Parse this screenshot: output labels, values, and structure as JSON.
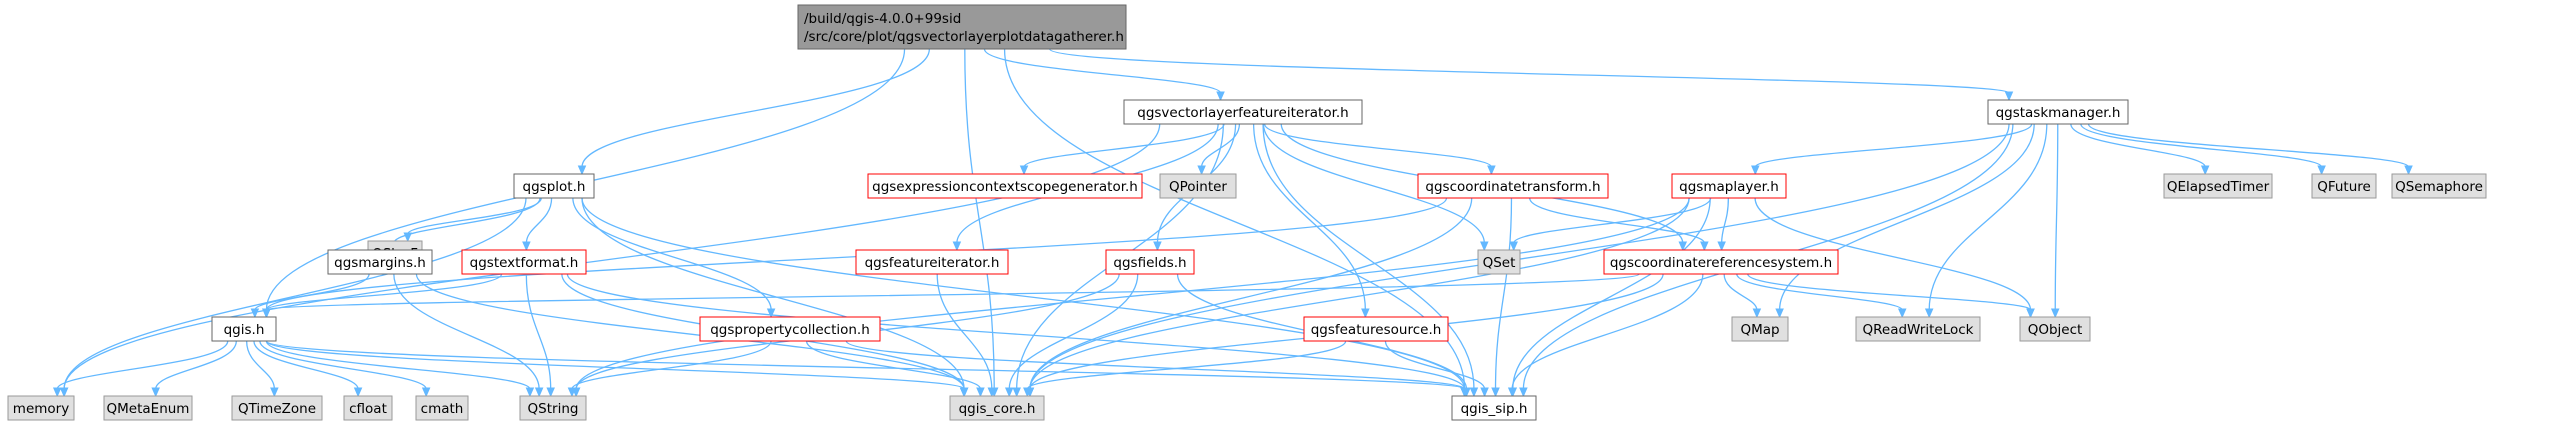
{
  "diagram": {
    "type": "include-dependency-graph",
    "colors": {
      "edge": "#63b8ff",
      "root_fill": "#999999",
      "gray_fill": "#e0e0e0",
      "red_border": "#ff0000",
      "border": "#666666"
    },
    "nodes": [
      {
        "id": "root",
        "lines": [
          "/build/qgis-4.0.0+99sid",
          "/src/core/plot/qgsvectorlayerplotdatagatherer.h"
        ],
        "style": "root"
      },
      {
        "id": "vlfi",
        "lines": [
          "qgsvectorlayerfeatureiterator.h"
        ],
        "style": "black"
      },
      {
        "id": "taskmgr",
        "lines": [
          "qgstaskmanager.h"
        ],
        "style": "black"
      },
      {
        "id": "plot",
        "lines": [
          "qgsplot.h"
        ],
        "style": "black"
      },
      {
        "id": "exprgen",
        "lines": [
          "qgsexpressioncontextscopegenerator.h"
        ],
        "style": "red"
      },
      {
        "id": "qpointer",
        "lines": [
          "QPointer"
        ],
        "style": "gray"
      },
      {
        "id": "coordtrans",
        "lines": [
          "qgscoordinatetransform.h"
        ],
        "style": "red"
      },
      {
        "id": "maplayer",
        "lines": [
          "qgsmaplayer.h"
        ],
        "style": "red"
      },
      {
        "id": "qelapsed",
        "lines": [
          "QElapsedTimer"
        ],
        "style": "gray"
      },
      {
        "id": "qfuture",
        "lines": [
          "QFuture"
        ],
        "style": "gray"
      },
      {
        "id": "qsemaphore",
        "lines": [
          "QSemaphore"
        ],
        "style": "gray"
      },
      {
        "id": "qsizef",
        "lines": [
          "QSizeF"
        ],
        "style": "gray"
      },
      {
        "id": "margins",
        "lines": [
          "qgsmargins.h"
        ],
        "style": "black"
      },
      {
        "id": "textformat",
        "lines": [
          "qgstextformat.h"
        ],
        "style": "red"
      },
      {
        "id": "featit",
        "lines": [
          "qgsfeatureiterator.h"
        ],
        "style": "red"
      },
      {
        "id": "fields",
        "lines": [
          "qgsfields.h"
        ],
        "style": "red"
      },
      {
        "id": "qset",
        "lines": [
          "QSet"
        ],
        "style": "gray"
      },
      {
        "id": "crs",
        "lines": [
          "qgscoordinatereferencesystem.h"
        ],
        "style": "red"
      },
      {
        "id": "qgis",
        "lines": [
          "qgis.h"
        ],
        "style": "black"
      },
      {
        "id": "propcoll",
        "lines": [
          "qgspropertycollection.h"
        ],
        "style": "red"
      },
      {
        "id": "featsrc",
        "lines": [
          "qgsfeaturesource.h"
        ],
        "style": "red"
      },
      {
        "id": "qmap",
        "lines": [
          "QMap"
        ],
        "style": "gray"
      },
      {
        "id": "qrwlock",
        "lines": [
          "QReadWriteLock"
        ],
        "style": "gray"
      },
      {
        "id": "qobject",
        "lines": [
          "QObject"
        ],
        "style": "gray"
      },
      {
        "id": "memory",
        "lines": [
          "memory"
        ],
        "style": "gray"
      },
      {
        "id": "qmetaenum",
        "lines": [
          "QMetaEnum"
        ],
        "style": "gray"
      },
      {
        "id": "qtimezone",
        "lines": [
          "QTimeZone"
        ],
        "style": "gray"
      },
      {
        "id": "cfloat",
        "lines": [
          "cfloat"
        ],
        "style": "gray"
      },
      {
        "id": "cmath",
        "lines": [
          "cmath"
        ],
        "style": "gray"
      },
      {
        "id": "qstring",
        "lines": [
          "QString"
        ],
        "style": "gray"
      },
      {
        "id": "qgiscore",
        "lines": [
          "qgis_core.h"
        ],
        "style": "gray"
      },
      {
        "id": "qgissip",
        "lines": [
          "qgis_sip.h"
        ],
        "style": "black"
      }
    ],
    "edges": [
      [
        "root",
        "vlfi"
      ],
      [
        "root",
        "taskmgr"
      ],
      [
        "root",
        "plot"
      ],
      [
        "root",
        "qgis"
      ],
      [
        "root",
        "qgiscore"
      ],
      [
        "root",
        "qgissip"
      ],
      [
        "vlfi",
        "exprgen"
      ],
      [
        "vlfi",
        "qpointer"
      ],
      [
        "vlfi",
        "coordtrans"
      ],
      [
        "vlfi",
        "featit"
      ],
      [
        "vlfi",
        "fields"
      ],
      [
        "vlfi",
        "qset"
      ],
      [
        "vlfi",
        "crs"
      ],
      [
        "vlfi",
        "featsrc"
      ],
      [
        "vlfi",
        "memory"
      ],
      [
        "vlfi",
        "qgiscore"
      ],
      [
        "vlfi",
        "qgissip"
      ],
      [
        "taskmgr",
        "maplayer"
      ],
      [
        "taskmgr",
        "qelapsed"
      ],
      [
        "taskmgr",
        "qfuture"
      ],
      [
        "taskmgr",
        "qsemaphore"
      ],
      [
        "taskmgr",
        "qmap"
      ],
      [
        "taskmgr",
        "qrwlock"
      ],
      [
        "taskmgr",
        "qobject"
      ],
      [
        "taskmgr",
        "qgiscore"
      ],
      [
        "taskmgr",
        "qgissip"
      ],
      [
        "plot",
        "qsizef"
      ],
      [
        "plot",
        "margins"
      ],
      [
        "plot",
        "textformat"
      ],
      [
        "plot",
        "propcoll"
      ],
      [
        "plot",
        "memory"
      ],
      [
        "plot",
        "qgiscore"
      ],
      [
        "plot",
        "qgissip"
      ],
      [
        "coordtrans",
        "qgis"
      ],
      [
        "coordtrans",
        "crs"
      ],
      [
        "coordtrans",
        "qgiscore"
      ],
      [
        "coordtrans",
        "qgissip"
      ],
      [
        "maplayer",
        "crs"
      ],
      [
        "maplayer",
        "qset"
      ],
      [
        "maplayer",
        "qobject"
      ],
      [
        "maplayer",
        "qstring"
      ],
      [
        "maplayer",
        "qgiscore"
      ],
      [
        "maplayer",
        "qgissip"
      ],
      [
        "margins",
        "qgis"
      ],
      [
        "margins",
        "qstring"
      ],
      [
        "margins",
        "qgiscore"
      ],
      [
        "textformat",
        "qgis"
      ],
      [
        "textformat",
        "qstring"
      ],
      [
        "textformat",
        "qgiscore"
      ],
      [
        "textformat",
        "qgissip"
      ],
      [
        "featit",
        "qgiscore"
      ],
      [
        "fields",
        "qstring"
      ],
      [
        "fields",
        "qgiscore"
      ],
      [
        "fields",
        "qgissip"
      ],
      [
        "crs",
        "qgis"
      ],
      [
        "crs",
        "qmap"
      ],
      [
        "crs",
        "qrwlock"
      ],
      [
        "crs",
        "qobject"
      ],
      [
        "crs",
        "qgiscore"
      ],
      [
        "crs",
        "qgissip"
      ],
      [
        "qgis",
        "memory"
      ],
      [
        "qgis",
        "qmetaenum"
      ],
      [
        "qgis",
        "qtimezone"
      ],
      [
        "qgis",
        "cfloat"
      ],
      [
        "qgis",
        "cmath"
      ],
      [
        "qgis",
        "qstring"
      ],
      [
        "qgis",
        "qgiscore"
      ],
      [
        "qgis",
        "qgissip"
      ],
      [
        "propcoll",
        "qstring"
      ],
      [
        "propcoll",
        "qgiscore"
      ],
      [
        "propcoll",
        "qgissip"
      ],
      [
        "featsrc",
        "qgiscore"
      ],
      [
        "featsrc",
        "qgissip"
      ]
    ]
  }
}
